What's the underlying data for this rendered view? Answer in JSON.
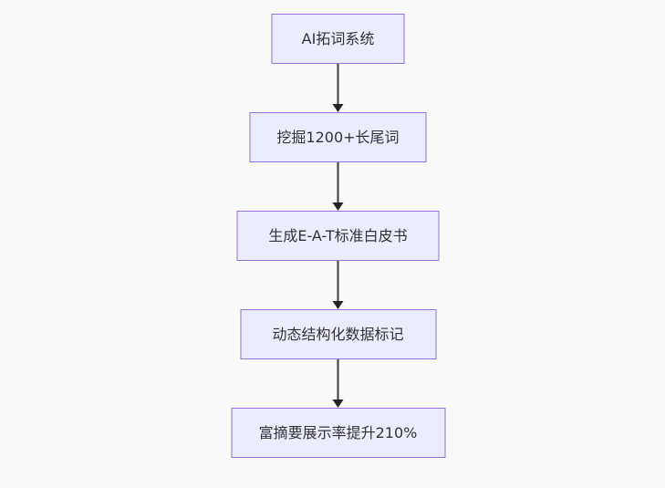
{
  "theme": {
    "background_color": "#fafafa",
    "node_fill_color": "#ECECFF",
    "node_border_color": "#9370DB",
    "node_text_color": "#333333",
    "arrow_color": "#333333"
  },
  "flowchart": {
    "direction": "top-down",
    "nodes": [
      {
        "id": "node-1",
        "label": "AI拓词系统"
      },
      {
        "id": "node-2",
        "label": "挖掘1200+长尾词"
      },
      {
        "id": "node-3",
        "label": "生成E-A-T标准白皮书"
      },
      {
        "id": "node-4",
        "label": "动态结构化数据标记"
      },
      {
        "id": "node-5",
        "label": "富摘要展示率提升210%"
      }
    ],
    "edges": [
      {
        "from": "node-1",
        "to": "node-2",
        "style": "arrow-down"
      },
      {
        "from": "node-2",
        "to": "node-3",
        "style": "arrow-down"
      },
      {
        "from": "node-3",
        "to": "node-4",
        "style": "arrow-down"
      },
      {
        "from": "node-4",
        "to": "node-5",
        "style": "arrow-down"
      }
    ]
  }
}
